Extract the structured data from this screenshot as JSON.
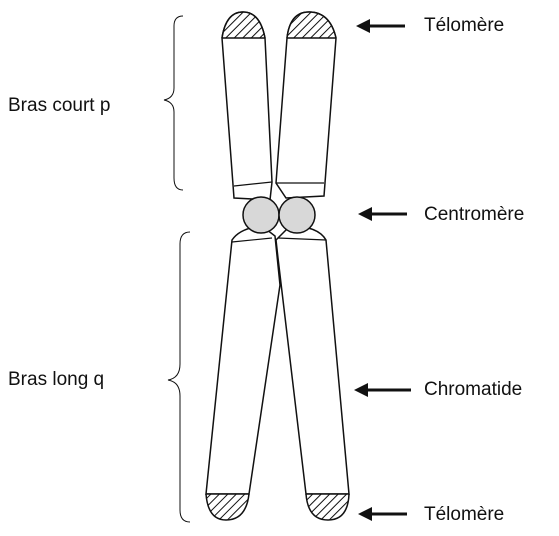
{
  "labels": {
    "telomere_top": "Télomère",
    "centromere": "Centromère",
    "chromatide": "Chromatide",
    "telomere_bottom": "Télomère",
    "short_arm": "Bras court p",
    "long_arm": "Bras long q"
  },
  "colors": {
    "outline": "#111111",
    "centromere_fill": "#d8d8d8",
    "arm_fill": "#ffffff"
  },
  "icons": {
    "pointer": "left-arrow-icon",
    "bracket": "curly-brace-icon",
    "telomere_pattern": "hatched-cap"
  }
}
